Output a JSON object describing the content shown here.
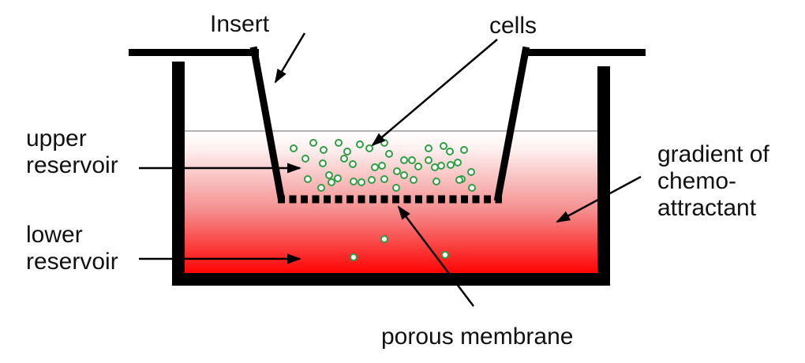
{
  "diagram": {
    "type": "boyden-chamber-transwell-assay",
    "labels": {
      "insert": "Insert",
      "cells": "cells",
      "upper_reservoir": "upper\nreservoir",
      "lower_reservoir": "lower\nreservoir",
      "chemoattractant": "gradient of\nchemo-\nattractant",
      "membrane": "porous membrane"
    },
    "colors": {
      "wall": "#000000",
      "text": "#111111",
      "waterline": "#999999",
      "gradient_top": "#ffffff",
      "gradient_bottom": "#ff0000",
      "cell_stroke": "#2f9e44",
      "cell_fill": "#ffffff"
    },
    "upper_cells": [
      [
        372,
        188
      ],
      [
        397,
        181
      ],
      [
        410,
        190
      ],
      [
        429,
        181
      ],
      [
        440,
        192
      ],
      [
        456,
        183
      ],
      [
        468,
        188
      ],
      [
        487,
        181
      ],
      [
        493,
        195
      ],
      [
        543,
        188
      ],
      [
        562,
        185
      ],
      [
        570,
        192
      ],
      [
        588,
        190
      ],
      [
        387,
        201
      ],
      [
        409,
        207
      ],
      [
        436,
        201
      ],
      [
        447,
        208
      ],
      [
        475,
        212
      ],
      [
        484,
        210
      ],
      [
        503,
        217
      ],
      [
        512,
        203
      ],
      [
        522,
        203
      ],
      [
        530,
        211
      ],
      [
        543,
        203
      ],
      [
        551,
        212
      ],
      [
        559,
        210
      ],
      [
        571,
        209
      ],
      [
        580,
        206
      ],
      [
        585,
        227
      ],
      [
        597,
        218
      ],
      [
        390,
        227
      ],
      [
        407,
        238
      ],
      [
        417,
        222
      ],
      [
        420,
        231
      ],
      [
        428,
        226
      ],
      [
        448,
        230
      ],
      [
        458,
        231
      ],
      [
        471,
        228
      ],
      [
        487,
        227
      ],
      [
        502,
        238
      ],
      [
        512,
        222
      ],
      [
        524,
        228
      ],
      [
        553,
        230
      ],
      [
        582,
        228
      ],
      [
        598,
        238
      ]
    ],
    "lower_cells": [
      [
        448,
        326
      ],
      [
        487,
        303
      ],
      [
        564,
        323
      ]
    ],
    "cell_radius": 4
  }
}
